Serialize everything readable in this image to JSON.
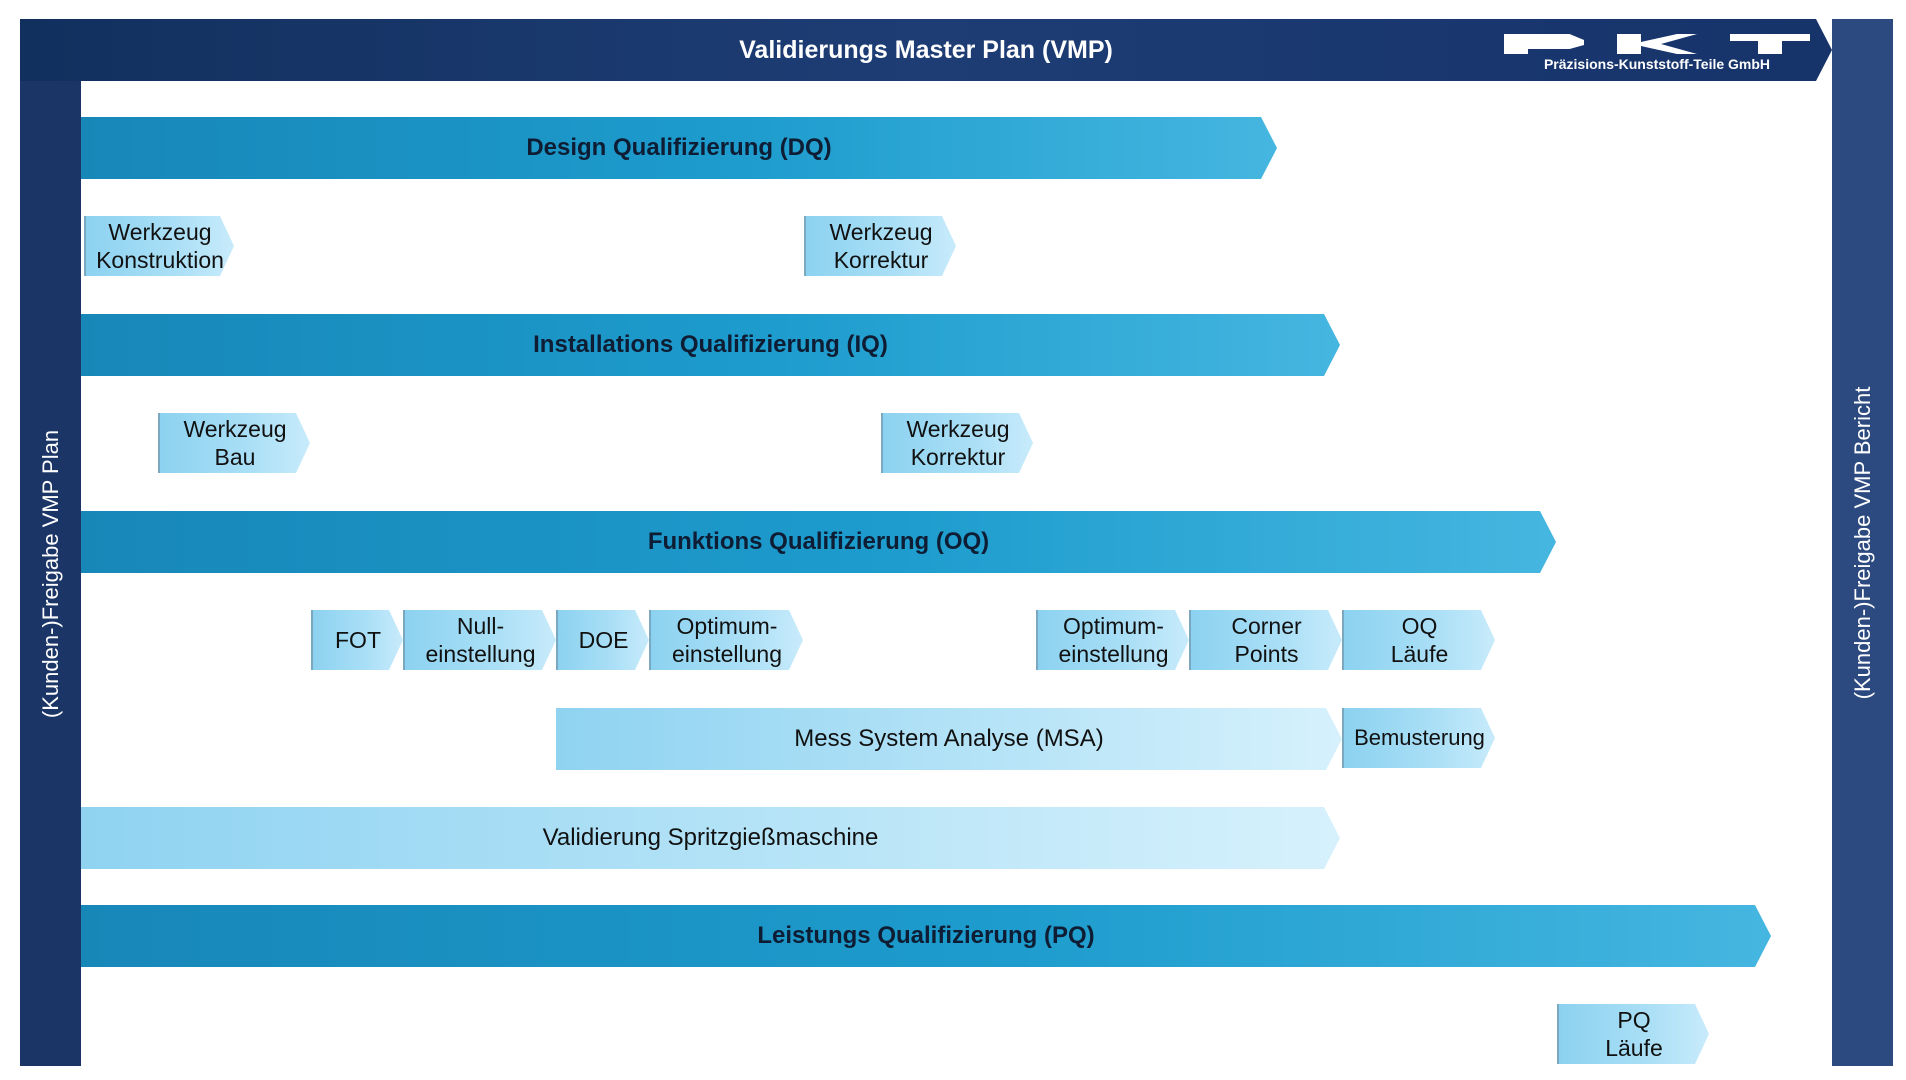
{
  "header": {
    "title": "Validierungs Master Plan (VMP)",
    "logo_text": "Präzisions-Kunststoff-Teile GmbH"
  },
  "sides": {
    "left_label": "(Kunden-)Freigabe VMP Plan",
    "right_label": "(Kunden-)Freigabe VMP Bericht"
  },
  "phases": {
    "dq": "Design Qualifizierung (DQ)",
    "iq": "Installations Qualifizierung (IQ)",
    "oq": "Funktions Qualifizierung (OQ)",
    "pq": "Leistungs Qualifizierung (PQ)"
  },
  "bars": {
    "msa": "Mess System Analyse (MSA)",
    "bemusterung": "Bemusterung",
    "machine": "Validierung Spritzgießmaschine"
  },
  "steps": {
    "dq_1": "Werkzeug\nKonstruktion",
    "dq_2": "Werkzeug\nKorrektur",
    "iq_1": "Werkzeug\nBau",
    "iq_2": "Werkzeug\nKorrektur",
    "oq_1": "FOT",
    "oq_2": "Null-\neinstellung",
    "oq_3": "DOE",
    "oq_4": "Optimum-\neinstellung",
    "oq_5": "Optimum-\neinstellung",
    "oq_6": "Corner\nPoints",
    "oq_7": "OQ\nLäufe",
    "pq_1": "PQ\nLäufe"
  }
}
